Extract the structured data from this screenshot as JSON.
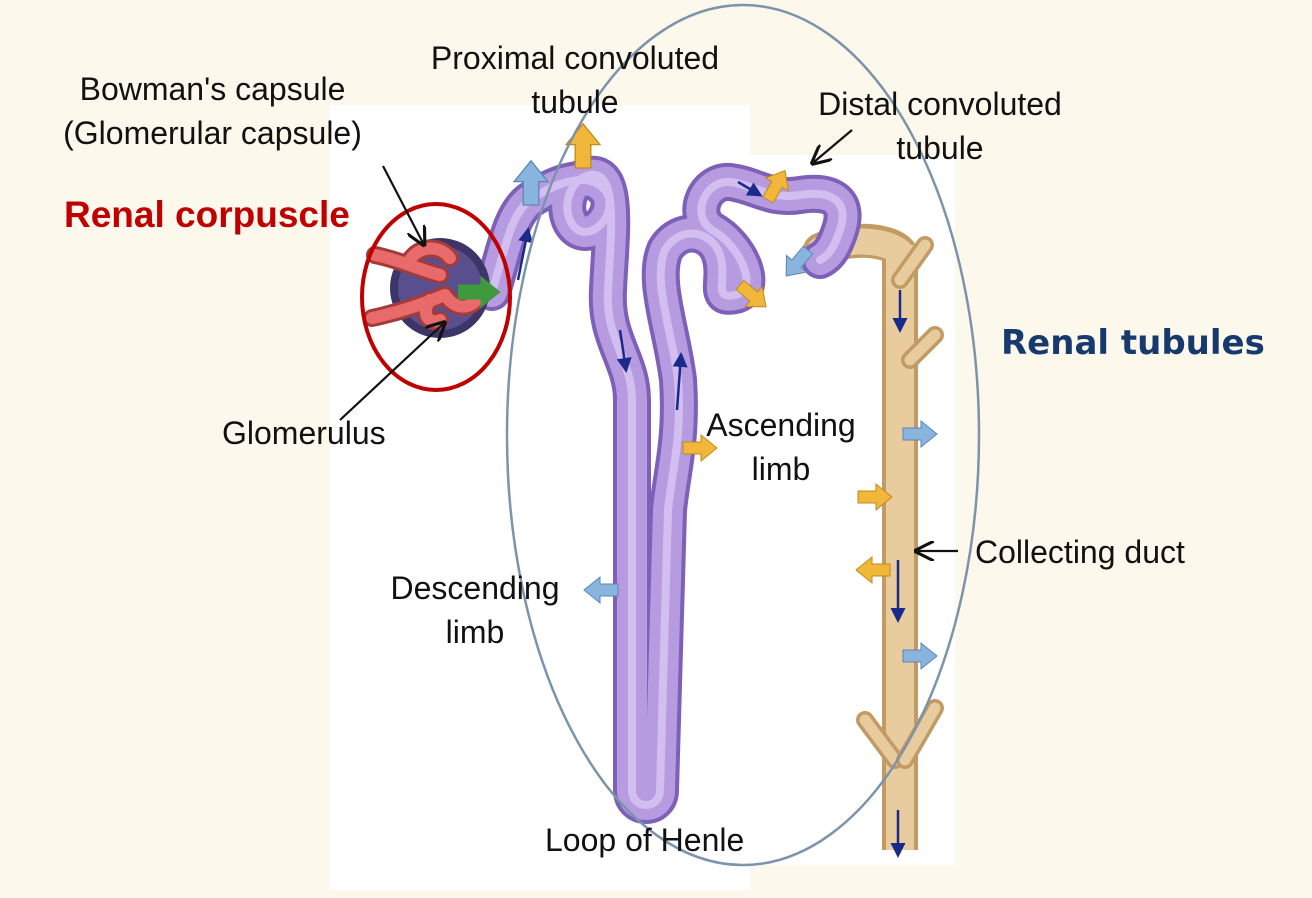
{
  "labels": {
    "proximal": "Proximal convoluted tubule",
    "bowman": "Bowman's capsule (Glomerular capsule)",
    "renal_corpuscle": "Renal corpuscle",
    "distal": "Distal convoluted tubule",
    "renal_tubules": "Renal tubules",
    "glomerulus": "Glomerulus",
    "ascending": "Ascending limb",
    "collecting": "Collecting duct",
    "descending": "Descending limb",
    "loop": "Loop of Henle"
  },
  "colors": {
    "background": "#fdf8ec",
    "panel": "#ffffff",
    "tubule": "#b79be0",
    "tubule_dark": "#7d60b8",
    "duct": "#e8cc9e",
    "duct_dark": "#c29a63",
    "glomerulus": "#e86a6a",
    "capsule": "#3c3567",
    "corpuscle_ring": "#c00000",
    "tubule_ring": "#7c93ab",
    "secretion_arrow": "#f0b73a",
    "reabsorption_arrow": "#88b4de",
    "filtration_arrow": "#3e9a3c",
    "flow_arrow": "#1a2a8a"
  }
}
